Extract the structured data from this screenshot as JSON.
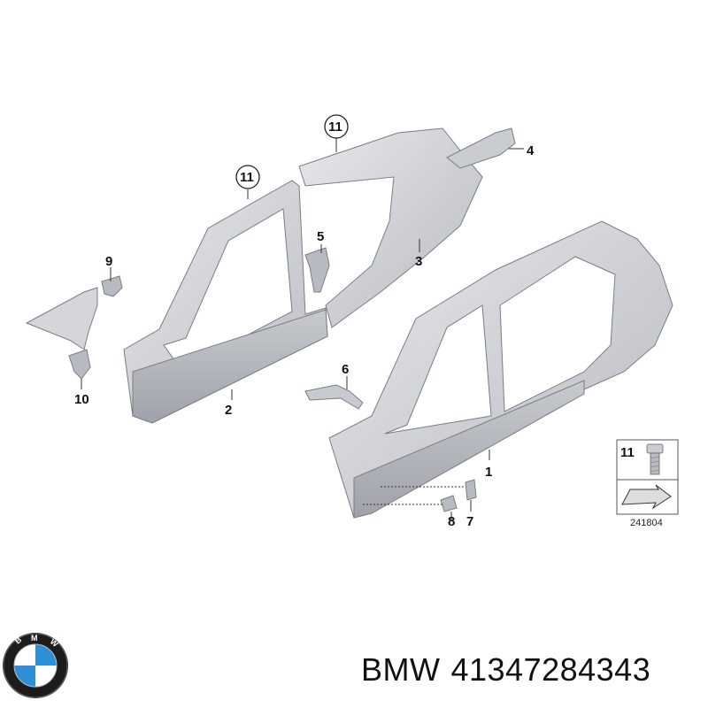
{
  "callouts": {
    "c1": "1",
    "c2": "2",
    "c3": "3",
    "c4": "4",
    "c5": "5",
    "c6": "6",
    "c7": "7",
    "c8": "8",
    "c9": "9",
    "c10": "10",
    "c11a": "11",
    "c11b": "11",
    "c11box": "11"
  },
  "diagram_ref": "241804",
  "footer": {
    "brand": "BMW",
    "part_number": "41347284343"
  },
  "colors": {
    "panel_fill": "#d9dbdf",
    "panel_shade": "#b9bcc2",
    "outline": "#7a7d82",
    "brand_blue": "#2f8fd6"
  },
  "icons": [
    "bmw-logo-icon",
    "bolt-icon",
    "arrow-icon"
  ]
}
